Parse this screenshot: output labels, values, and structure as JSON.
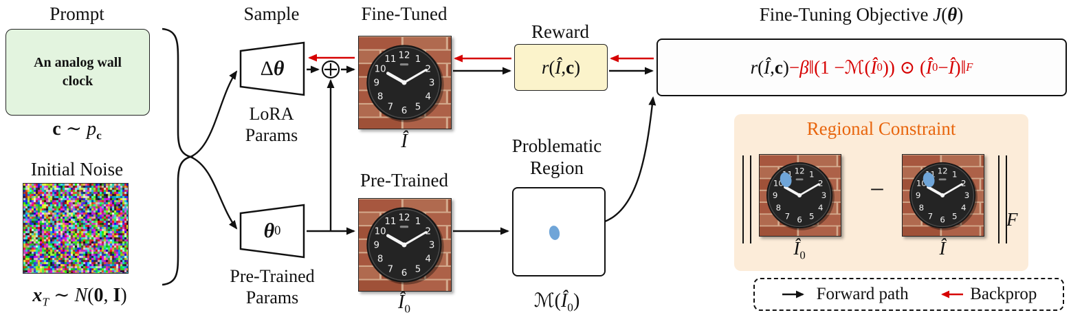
{
  "colors": {
    "red": "#d60000",
    "orange": "#e8650d",
    "panel_bg": "#fcecd9",
    "prompt_green": "#e3f4df",
    "reward_yellow": "#fbf3cb",
    "blob_blue": "#6fa5d8"
  },
  "labels": {
    "prompt": "Prompt",
    "prompt_text": "An analog wall clock",
    "initial_noise": "Initial Noise",
    "sample": "Sample",
    "lora_params": "LoRA Params",
    "pre_trained_params": "Pre-Trained Params",
    "fine_tuned": "Fine-Tuned",
    "pre_trained": "Pre-Trained",
    "problematic_region": "Problematic Region",
    "reward": "Reward",
    "objective_title": "Fine-Tuning Objective",
    "regional_constraint": "Regional Constraint",
    "forward_path": "Forward path",
    "backprop": "Backprop"
  },
  "math": {
    "c_dist": [
      {
        "t": "c",
        "b": true
      },
      {
        "t": " ∼ "
      },
      {
        "t": "p",
        "i": true
      },
      {
        "t": "c",
        "b": true,
        "sub": true
      }
    ],
    "x_dist": [
      {
        "t": "x",
        "b": true,
        "i": true
      },
      {
        "t": "T",
        "i": true,
        "sub": true
      },
      {
        "t": " ∼ "
      },
      {
        "t": "N",
        "i": true
      },
      {
        "t": "("
      },
      {
        "t": "0",
        "b": true
      },
      {
        "t": ", "
      },
      {
        "t": "I",
        "b": true
      },
      {
        "t": ")"
      }
    ],
    "delta_theta": [
      {
        "t": "Δ"
      },
      {
        "t": "θ",
        "b": true,
        "i": true
      }
    ],
    "theta_0": [
      {
        "t": "θ",
        "b": true,
        "i": true
      },
      {
        "t": "0",
        "sub": true
      }
    ],
    "I_hat": [
      {
        "t": "Î",
        "i": true
      }
    ],
    "I_hat_0": [
      {
        "t": "Î",
        "i": true
      },
      {
        "t": "0",
        "sub": true
      }
    ],
    "M_I0": [
      {
        "t": "ℳ"
      },
      {
        "t": "("
      },
      {
        "t": "Î",
        "i": true
      },
      {
        "t": "0",
        "sub": true
      },
      {
        "t": ")"
      }
    ],
    "reward": [
      {
        "t": "r",
        "i": true
      },
      {
        "t": "("
      },
      {
        "t": "Î",
        "i": true
      },
      {
        "t": ", "
      },
      {
        "t": "c",
        "b": true
      },
      {
        "t": ")"
      }
    ],
    "objective_J": [
      {
        "t": "J",
        "i": true
      },
      {
        "t": "("
      },
      {
        "t": "θ",
        "b": true,
        "i": true
      },
      {
        "t": ")"
      }
    ],
    "objective_formula": [
      {
        "t": "r",
        "i": true
      },
      {
        "t": "("
      },
      {
        "t": "Î",
        "i": true
      },
      {
        "t": ", "
      },
      {
        "t": "c",
        "b": true
      },
      {
        "t": ")"
      },
      {
        "t": " − ",
        "c": "#d60000"
      },
      {
        "t": "β",
        "i": true,
        "c": "#d60000"
      },
      {
        "t": "‖(1 − ",
        "c": "#d60000"
      },
      {
        "t": "ℳ",
        "c": "#d60000"
      },
      {
        "t": "(",
        "c": "#d60000"
      },
      {
        "t": "Î",
        "i": true,
        "c": "#d60000"
      },
      {
        "t": "0",
        "sub": true,
        "c": "#d60000"
      },
      {
        "t": ")) ⊙ (",
        "c": "#d60000"
      },
      {
        "t": "Î",
        "i": true,
        "c": "#d60000"
      },
      {
        "t": "0",
        "sub": true,
        "c": "#d60000"
      },
      {
        "t": " − ",
        "c": "#d60000"
      },
      {
        "t": "Î",
        "i": true,
        "c": "#d60000"
      },
      {
        "t": ")‖",
        "c": "#d60000"
      },
      {
        "t": "F",
        "i": true,
        "sub": true,
        "c": "#d60000"
      }
    ],
    "minus": [
      {
        "t": "−"
      }
    ],
    "F": [
      {
        "t": "F",
        "i": true
      }
    ]
  }
}
